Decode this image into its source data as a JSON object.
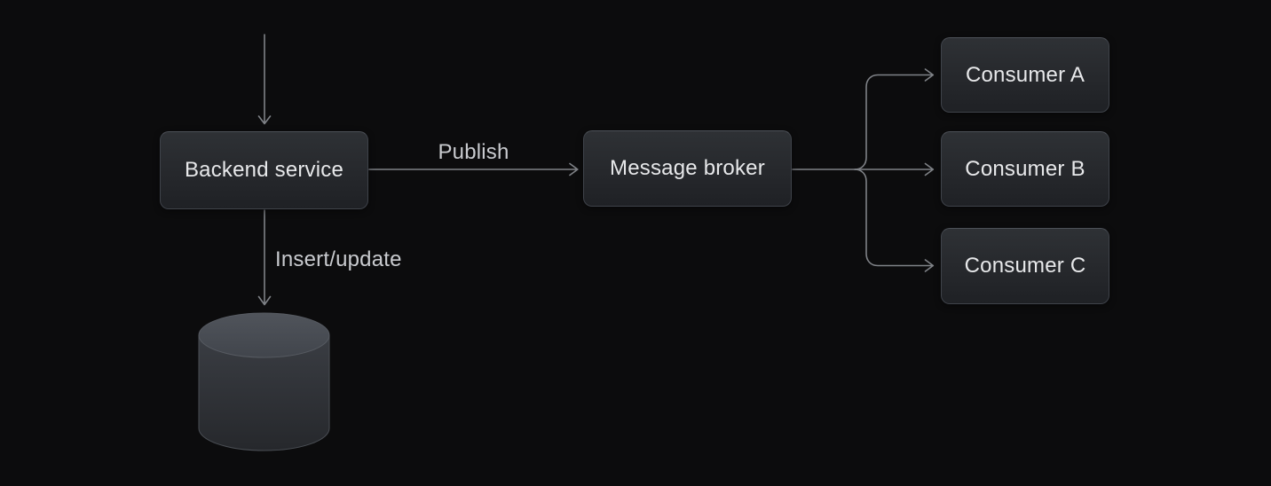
{
  "diagram": {
    "description": "Message flow diagram: backend service publishes to a message broker fanning out to three consumers, and inserts/updates a database",
    "background_color": "#0c0c0d",
    "colors": {
      "node_fill_top": "#2e3135",
      "node_fill_bottom": "#1f2125",
      "node_border": "#3f434a",
      "node_text": "#e7e8ea",
      "edge_line": "#7f8287",
      "edge_label_text": "#c9cbcf",
      "cylinder_top_face": "#4b4f56",
      "cylinder_body": "#33363c"
    },
    "nodes": {
      "backend": {
        "label": "Backend service"
      },
      "broker": {
        "label": "Message broker"
      },
      "consumer_a": {
        "label": "Consumer A"
      },
      "consumer_b": {
        "label": "Consumer B"
      },
      "consumer_c": {
        "label": "Consumer C"
      },
      "database": {
        "icon": "database-cylinder-icon"
      }
    },
    "edges": {
      "inbound_top": {
        "label": ""
      },
      "publish": {
        "label": "Publish"
      },
      "insert_update": {
        "label": "Insert/update"
      },
      "broker_to_consumer_a": {
        "label": ""
      },
      "broker_to_consumer_b": {
        "label": ""
      },
      "broker_to_consumer_c": {
        "label": ""
      }
    }
  }
}
